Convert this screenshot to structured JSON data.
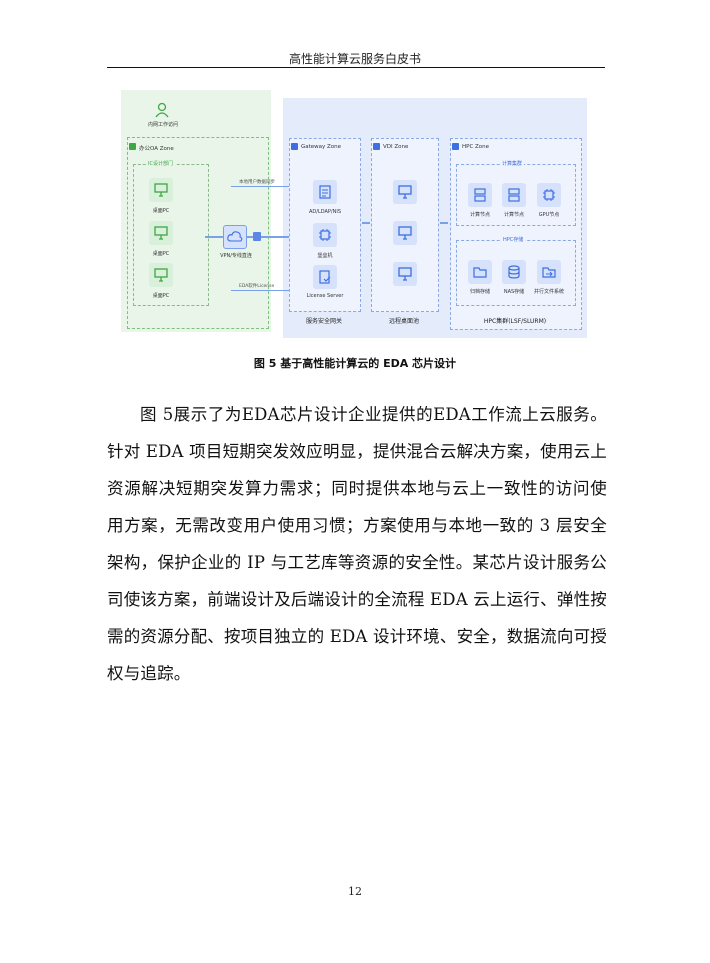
{
  "header": {
    "title": "高性能计算云服务白皮书"
  },
  "figure": {
    "oa_user_label": "内网工作访问",
    "oa_zone_label": "办公OA Zone",
    "ic_dept_label": "IC设计部门",
    "desktop_label": "桌面PC",
    "vpn_label": "VPN/专线直连",
    "local_sync_label": "本地用户数据同步",
    "eda_license_flow_label": "EDA软件License",
    "gateway_zone_label": "Gateway Zone",
    "vdi_zone_label": "VDI Zone",
    "hpc_zone_label": "HPC Zone",
    "gateway_nodes": [
      "AD/LDAP/NIS",
      "堡垒机",
      "License Server"
    ],
    "gateway_bottom_label": "服务安全网关",
    "vdi_bottom_label": "远程桌面池",
    "compute_cluster_label": "计算集群",
    "compute_nodes": [
      "计算节点",
      "计算节点",
      "GPU节点"
    ],
    "hpc_storage_label": "HPC存储",
    "storage_nodes": [
      "归档存储",
      "NAS存储",
      "并行文件系统"
    ],
    "hpc_bottom_label": "HPC集群(LSF/SLURM)",
    "colors": {
      "green_zone": "#e8f5e8",
      "blue_zone": "#e4ecfb",
      "accent": "#3d6fe0",
      "green_accent": "#3ea745"
    }
  },
  "caption": "图 5 基于高性能计算云的 EDA 芯片设计",
  "paragraph": "图 5展示了为EDA芯片设计企业提供的EDA工作流上云服务。针对 EDA 项目短期突发效应明显，提供混合云解决方案，使用云上资源解决短期突发算力需求；同时提供本地与云上一致性的访问使用方案，无需改变用户使用习惯；方案使用与本地一致的 3 层安全架构，保护企业的 IP 与工艺库等资源的安全性。某芯片设计服务公司使该方案，前端设计及后端设计的全流程 EDA 云上运行、弹性按需的资源分配、按项目独立的 EDA 设计环境、安全，数据流向可授权与追踪。",
  "page_number": "12"
}
